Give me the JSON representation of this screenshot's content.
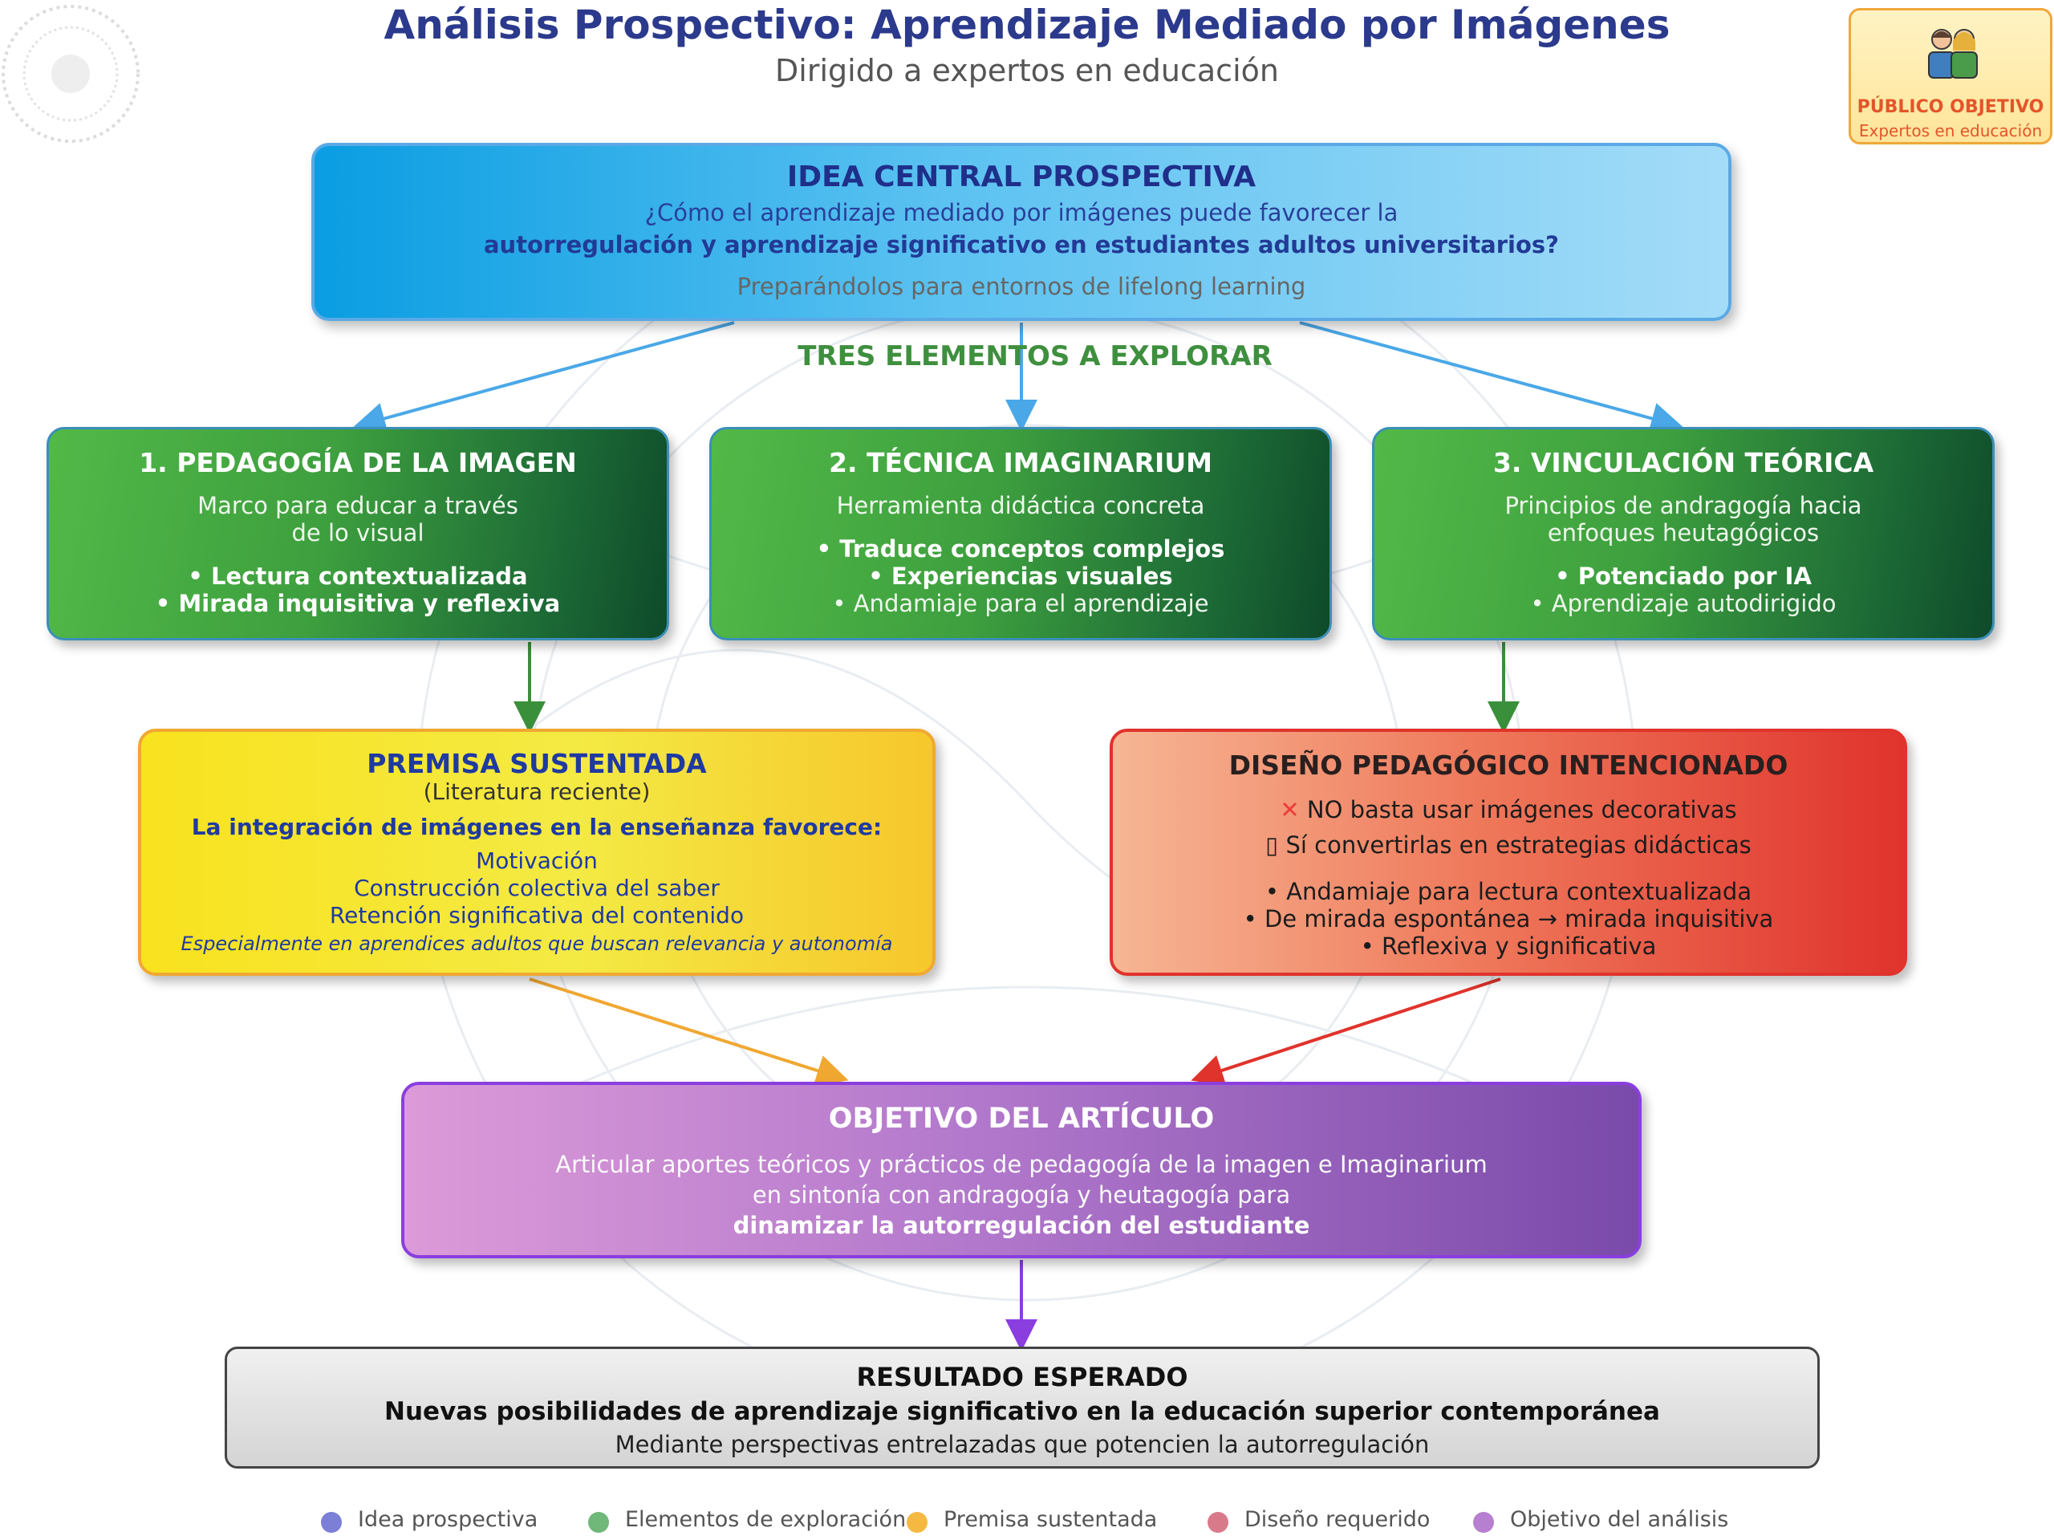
{
  "header": {
    "title": "Análisis Prospectivo: Aprendizaje Mediado por Imágenes",
    "subtitle": "Dirigido a expertos en educación"
  },
  "badge": {
    "icon": "people-icon",
    "label": "PÚBLICO OBJETIVO",
    "sub": "Expertos en educación"
  },
  "central": {
    "title": "IDEA CENTRAL PROSPECTIVA",
    "question_line1": "¿Cómo el aprendizaje mediado por imágenes puede favorecer la",
    "question_line2": "autorregulación y aprendizaje significativo en estudiantes adultos universitarios?",
    "note": "Preparándolos para entornos de lifelong learning"
  },
  "three_label": "TRES ELEMENTOS A EXPLORAR",
  "elements": [
    {
      "title": "1. PEDAGOGÍA DE LA IMAGEN",
      "desc1": "Marco para educar a través",
      "desc2": "de lo visual",
      "b1": "• Lectura contextualizada",
      "b2": "• Mirada inquisitiva y reflexiva"
    },
    {
      "title": "2. TÉCNICA IMAGINARIUM",
      "desc1": "Herramienta didáctica concreta",
      "b1": "• Traduce conceptos complejos",
      "b2": "• Experiencias visuales",
      "b3": "• Andamiaje para el aprendizaje"
    },
    {
      "title": "3. VINCULACIÓN TEÓRICA",
      "desc1": "Principios de andragogía hacia",
      "desc2": "enfoques heutagógicos",
      "b1": "• Potenciado por IA",
      "b2": "• Aprendizaje autodirigido"
    }
  ],
  "premise": {
    "title": "PREMISA SUSTENTADA",
    "sub": "(Literatura reciente)",
    "lead": "La integración de imágenes en la enseñanza favorece:",
    "items": [
      "Motivación",
      "Construcción colectiva del saber",
      "Retención significativa del contenido"
    ],
    "note": "Especialmente en aprendices adultos que buscan relevancia y autonomía"
  },
  "design": {
    "title": "DISEÑO PEDAGÓGICO INTENCIONADO",
    "no_line": "NO basta usar imágenes decorativas",
    "yes_line": "▯ Sí convertirlas en estrategias didácticas",
    "items": [
      "• Andamiaje para lectura contextualizada",
      "• De mirada espontánea → mirada inquisitiva",
      "• Reflexiva y significativa"
    ]
  },
  "objective": {
    "title": "OBJETIVO DEL ARTÍCULO",
    "line1": "Articular aportes teóricos y prácticos de pedagogía de la imagen e Imaginarium",
    "line2": "en sintonía con andragogía y heutagogía para",
    "line3": "dinamizar la autorregulación del estudiante"
  },
  "result": {
    "title": "RESULTADO ESPERADO",
    "main": "Nuevas posibilidades de aprendizaje significativo en la educación superior contemporánea",
    "sub": "Mediante perspectivas entrelazadas que potencien la autorregulación"
  },
  "legend": [
    {
      "label": "Idea prospectiva",
      "color": "#7b7fd6"
    },
    {
      "label": "Elementos de exploración",
      "color": "#6fb87a"
    },
    {
      "label": "Premisa sustentada",
      "color": "#f5b942"
    },
    {
      "label": "Diseño requerido",
      "color": "#d97a8a"
    },
    {
      "label": "Objetivo del análisis",
      "color": "#b77fd0"
    }
  ],
  "colors": {
    "title": "#2b3a8c",
    "central_blue": "#0a9de2",
    "element_green": "#3d9f3e",
    "premise_yellow": "#f4ea44",
    "design_red": "#e0332c",
    "objective_purple": "#8a3ee0",
    "arrow_blue": "#4aa8e8",
    "arrow_green": "#3a8f3a",
    "arrow_orange": "#f0a832",
    "arrow_red": "#e0332c",
    "arrow_purple": "#8a3ee0"
  }
}
